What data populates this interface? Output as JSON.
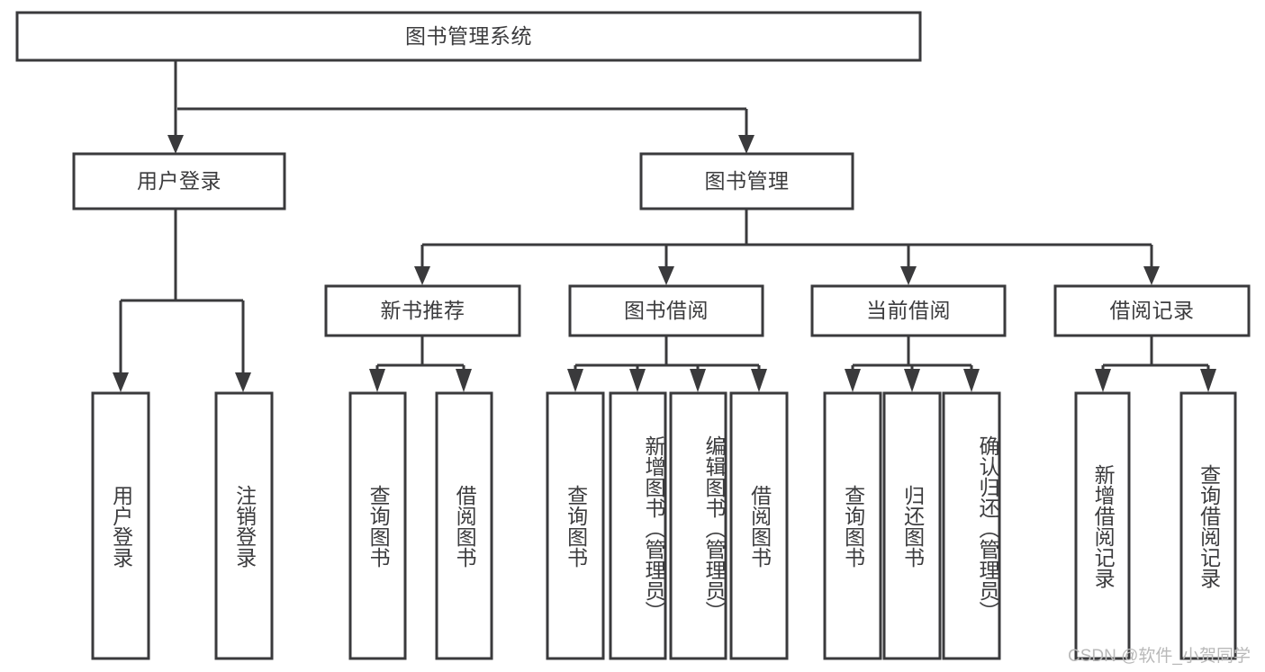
{
  "diagram": {
    "title": "图书管理系统",
    "type": "tree-hierarchy",
    "watermark": "CSDN @软件_小贺同学",
    "colors": {
      "stroke": "#3a3a3c",
      "fill": "#ffffff",
      "text": "#3c3c3e",
      "watermark": "#b9b9b9"
    },
    "nodes": {
      "root": {
        "label": "图书管理系统"
      },
      "level2": [
        {
          "label": "用户登录"
        },
        {
          "label": "图书管理"
        }
      ],
      "level3": [
        {
          "label": "新书推荐"
        },
        {
          "label": "图书借阅"
        },
        {
          "label": "当前借阅"
        },
        {
          "label": "借阅记录"
        }
      ],
      "leaves_user_login": [
        {
          "label": "用户登录"
        },
        {
          "label": "注销登录"
        }
      ],
      "leaves_new_book": [
        {
          "label": "查询图书"
        },
        {
          "label": "借阅图书"
        }
      ],
      "leaves_borrow": [
        {
          "label": "查询图书"
        },
        {
          "label": "新增图书（管理员）"
        },
        {
          "label": "编辑图书（管理员）"
        },
        {
          "label": "借阅图书"
        }
      ],
      "leaves_current": [
        {
          "label": "查询图书"
        },
        {
          "label": "归还图书"
        },
        {
          "label": "确认归还（管理员）"
        }
      ],
      "leaves_records": [
        {
          "label": "新增借阅记录"
        },
        {
          "label": "查询借阅记录"
        }
      ]
    }
  }
}
